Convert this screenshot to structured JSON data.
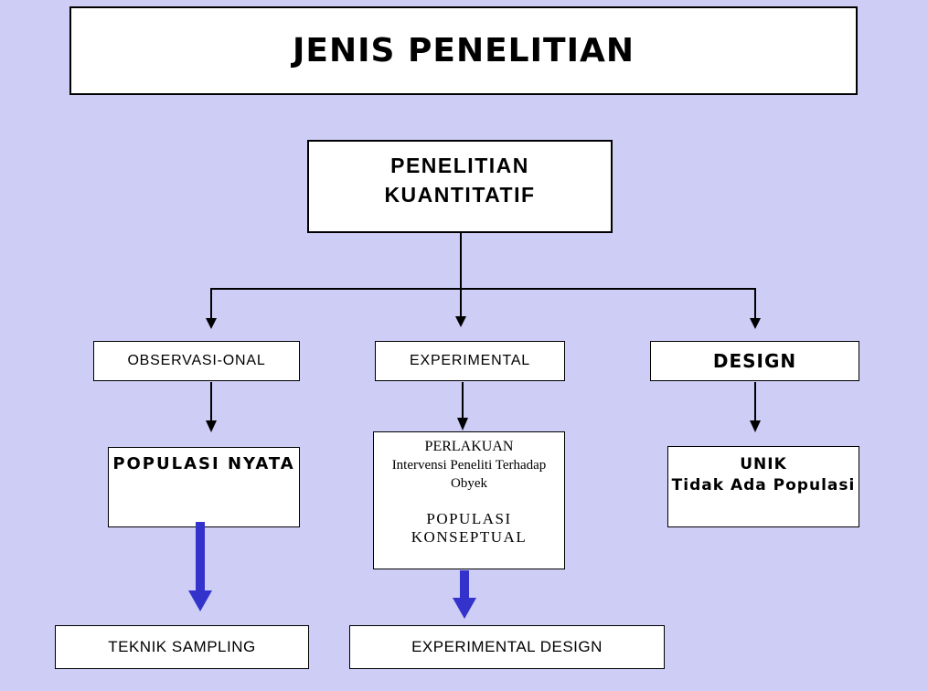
{
  "slide": {
    "title": "JENIS PENELITIAN"
  },
  "flowchart": {
    "root": {
      "line1": "PENELITIAN",
      "line2": "KUANTITATIF"
    },
    "level1": [
      {
        "label": "OBSERVASI-ONAL"
      },
      {
        "label": "EXPERIMENTAL"
      },
      {
        "label": "DESIGN"
      }
    ],
    "level2": {
      "populasi_nyata": {
        "title": "POPULASI NYATA"
      },
      "perlakuan": {
        "title": "PERLAKUAN",
        "subtitle": "Intervensi Peneliti Terhadap Obyek",
        "footer": "POPULASI KONSEPTUAL"
      },
      "unik": {
        "title": "UNIK",
        "subtitle": "Tidak Ada Populasi"
      }
    },
    "level3": {
      "teknik_sampling": "TEKNIK SAMPLING",
      "experimental_design": "EXPERIMENTAL DESIGN"
    }
  },
  "colors": {
    "background": "#CDCDF6",
    "box_fill": "#FFFFFF",
    "box_border": "#000000",
    "connector": "#000000",
    "thick_arrow": "#3333CC"
  }
}
